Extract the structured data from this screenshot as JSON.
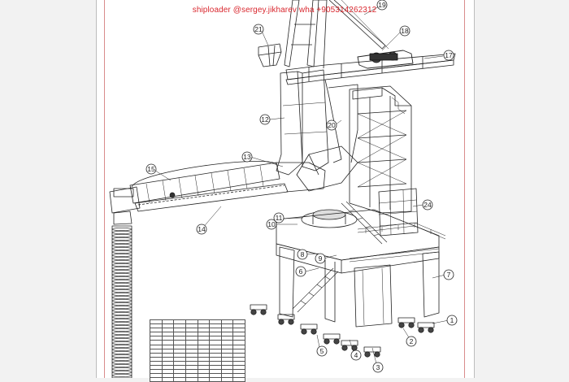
{
  "watermark": "shiploader @sergey.jikharev wha +905314262312",
  "callouts": [
    "1",
    "2",
    "3",
    "4",
    "5",
    "6",
    "7",
    "8",
    "9",
    "10",
    "11",
    "12",
    "13",
    "14",
    "15",
    "17",
    "18",
    "19",
    "20",
    "21",
    "24"
  ]
}
